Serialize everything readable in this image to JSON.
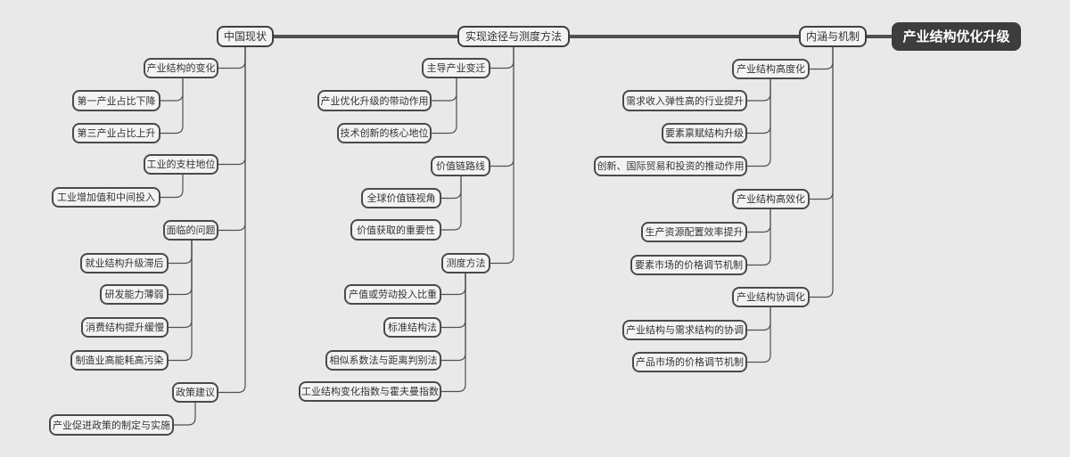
{
  "root": "产业结构优化升级",
  "branches": [
    {
      "key": "b1",
      "label": "内涵与机制",
      "children": [
        {
          "key": "b1c1",
          "label": "产业结构高度化",
          "children": [
            {
              "key": "b1c1a",
              "label": "需求收入弹性高的行业提升"
            },
            {
              "key": "b1c1b",
              "label": "要素禀赋结构升级"
            },
            {
              "key": "b1c1c",
              "label": "创新、国际贸易和投资的推动作用"
            }
          ]
        },
        {
          "key": "b1c2",
          "label": "产业结构高效化",
          "children": [
            {
              "key": "b1c2a",
              "label": "生产资源配置效率提升"
            },
            {
              "key": "b1c2b",
              "label": "要素市场的价格调节机制"
            }
          ]
        },
        {
          "key": "b1c3",
          "label": "产业结构协调化",
          "children": [
            {
              "key": "b1c3a",
              "label": "产业结构与需求结构的协调"
            },
            {
              "key": "b1c3b",
              "label": "产品市场的价格调节机制"
            }
          ]
        }
      ]
    },
    {
      "key": "b2",
      "label": "实现途径与测度方法",
      "children": [
        {
          "key": "b2c1",
          "label": "主导产业变迁",
          "children": [
            {
              "key": "b2c1a",
              "label": "产业优化升级的带动作用"
            },
            {
              "key": "b2c1b",
              "label": "技术创新的核心地位"
            }
          ]
        },
        {
          "key": "b2c2",
          "label": "价值链路线",
          "children": [
            {
              "key": "b2c2a",
              "label": "全球价值链视角"
            },
            {
              "key": "b2c2b",
              "label": "价值获取的重要性"
            }
          ]
        },
        {
          "key": "b2c3",
          "label": "测度方法",
          "children": [
            {
              "key": "b2c3a",
              "label": "产值或劳动投入比重"
            },
            {
              "key": "b2c3b",
              "label": "标准结构法"
            },
            {
              "key": "b2c3c",
              "label": "相似系数法与距离判别法"
            },
            {
              "key": "b2c3d",
              "label": "工业结构变化指数与霍夫曼指数"
            }
          ]
        }
      ]
    },
    {
      "key": "b3",
      "label": "中国现状",
      "children": [
        {
          "key": "b3c1",
          "label": "产业结构的变化",
          "children": [
            {
              "key": "b3c1a",
              "label": "第一产业占比下降"
            },
            {
              "key": "b3c1b",
              "label": "第三产业占比上升"
            }
          ]
        },
        {
          "key": "b3c2",
          "label": "工业的支柱地位",
          "children": [
            {
              "key": "b3c2a",
              "label": "工业增加值和中间投入"
            }
          ]
        },
        {
          "key": "b3c3",
          "label": "面临的问题",
          "children": [
            {
              "key": "b3c3a",
              "label": "就业结构升级滞后"
            },
            {
              "key": "b3c3b",
              "label": "研发能力薄弱"
            },
            {
              "key": "b3c3c",
              "label": "消费结构提升缓慢"
            },
            {
              "key": "b3c3d",
              "label": "制造业高能耗高污染"
            }
          ]
        },
        {
          "key": "b3c4",
          "label": "政策建议",
          "children": [
            {
              "key": "b3c4a",
              "label": "产业促进政策的制定与实施"
            }
          ]
        }
      ]
    }
  ],
  "colors": {
    "background": "#e9e9e9",
    "line": "#505050",
    "node_fill": "#f3f3f3",
    "node_border": "#4a4a4a",
    "root_fill": "#3d3d3d",
    "root_text": "#ffffff"
  }
}
